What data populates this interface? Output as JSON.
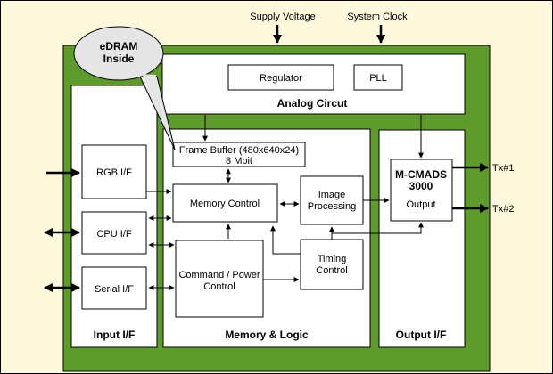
{
  "inputs": {
    "supply_voltage": "Supply Voltage",
    "system_clock": "System Clock"
  },
  "callout": {
    "line1": "eDRAM",
    "line2": "Inside"
  },
  "analog": {
    "regulator": "Regulator",
    "pll": "PLL",
    "title": "Analog Circut"
  },
  "input_if": {
    "rgb": "RGB I/F",
    "cpu": "CPU I/F",
    "serial": "Serial I/F",
    "title": "Input I/F"
  },
  "memory_logic": {
    "frame_buffer_line1": "Frame Buffer (480x640x24)",
    "frame_buffer_line2": "8 Mbit",
    "memory_control": "Memory Control",
    "image_processing_line1": "Image",
    "image_processing_line2": "Processing",
    "command_power_line1": "Command / Power",
    "command_power_line2": "Control",
    "timing_control_line1": "Timing",
    "timing_control_line2": "Control",
    "title": "Memory & Logic"
  },
  "output_if": {
    "mcmads_line1": "M-CMADS",
    "mcmads_line2": "3000",
    "mcmads_line3": "Output",
    "title": "Output I/F",
    "tx1": "Tx#1",
    "tx2": "Tx#2"
  },
  "colors": {
    "background": "#fef9dc",
    "chip_green": "#5e9a2c",
    "callout_fill": "#e5e5e5"
  }
}
